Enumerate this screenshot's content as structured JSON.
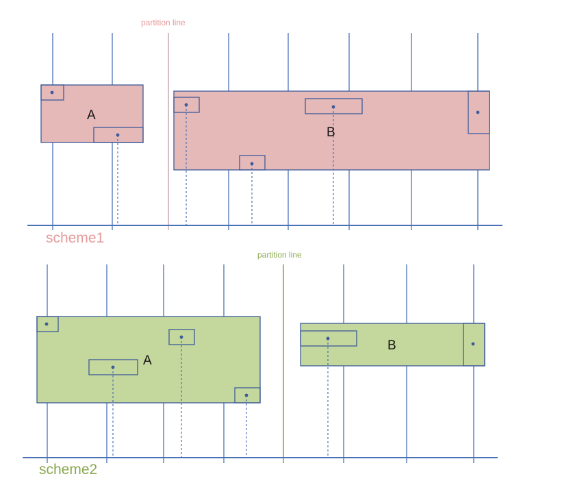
{
  "colors": {
    "grid": "#4a72b8",
    "box_stroke": "#3d5a99",
    "scheme1_fill": "#e6b9b9",
    "scheme1_text": "#e59a9a",
    "scheme2_fill": "#c4d79c",
    "scheme2_text": "#8aa84f"
  },
  "scheme1": {
    "label": "scheme1",
    "partition_label": "partition line",
    "rect_a_label": "A",
    "rect_b_label": "B"
  },
  "scheme2": {
    "label": "scheme2",
    "partition_label": "partition line",
    "rect_a_label": "A",
    "rect_b_label": "B"
  }
}
